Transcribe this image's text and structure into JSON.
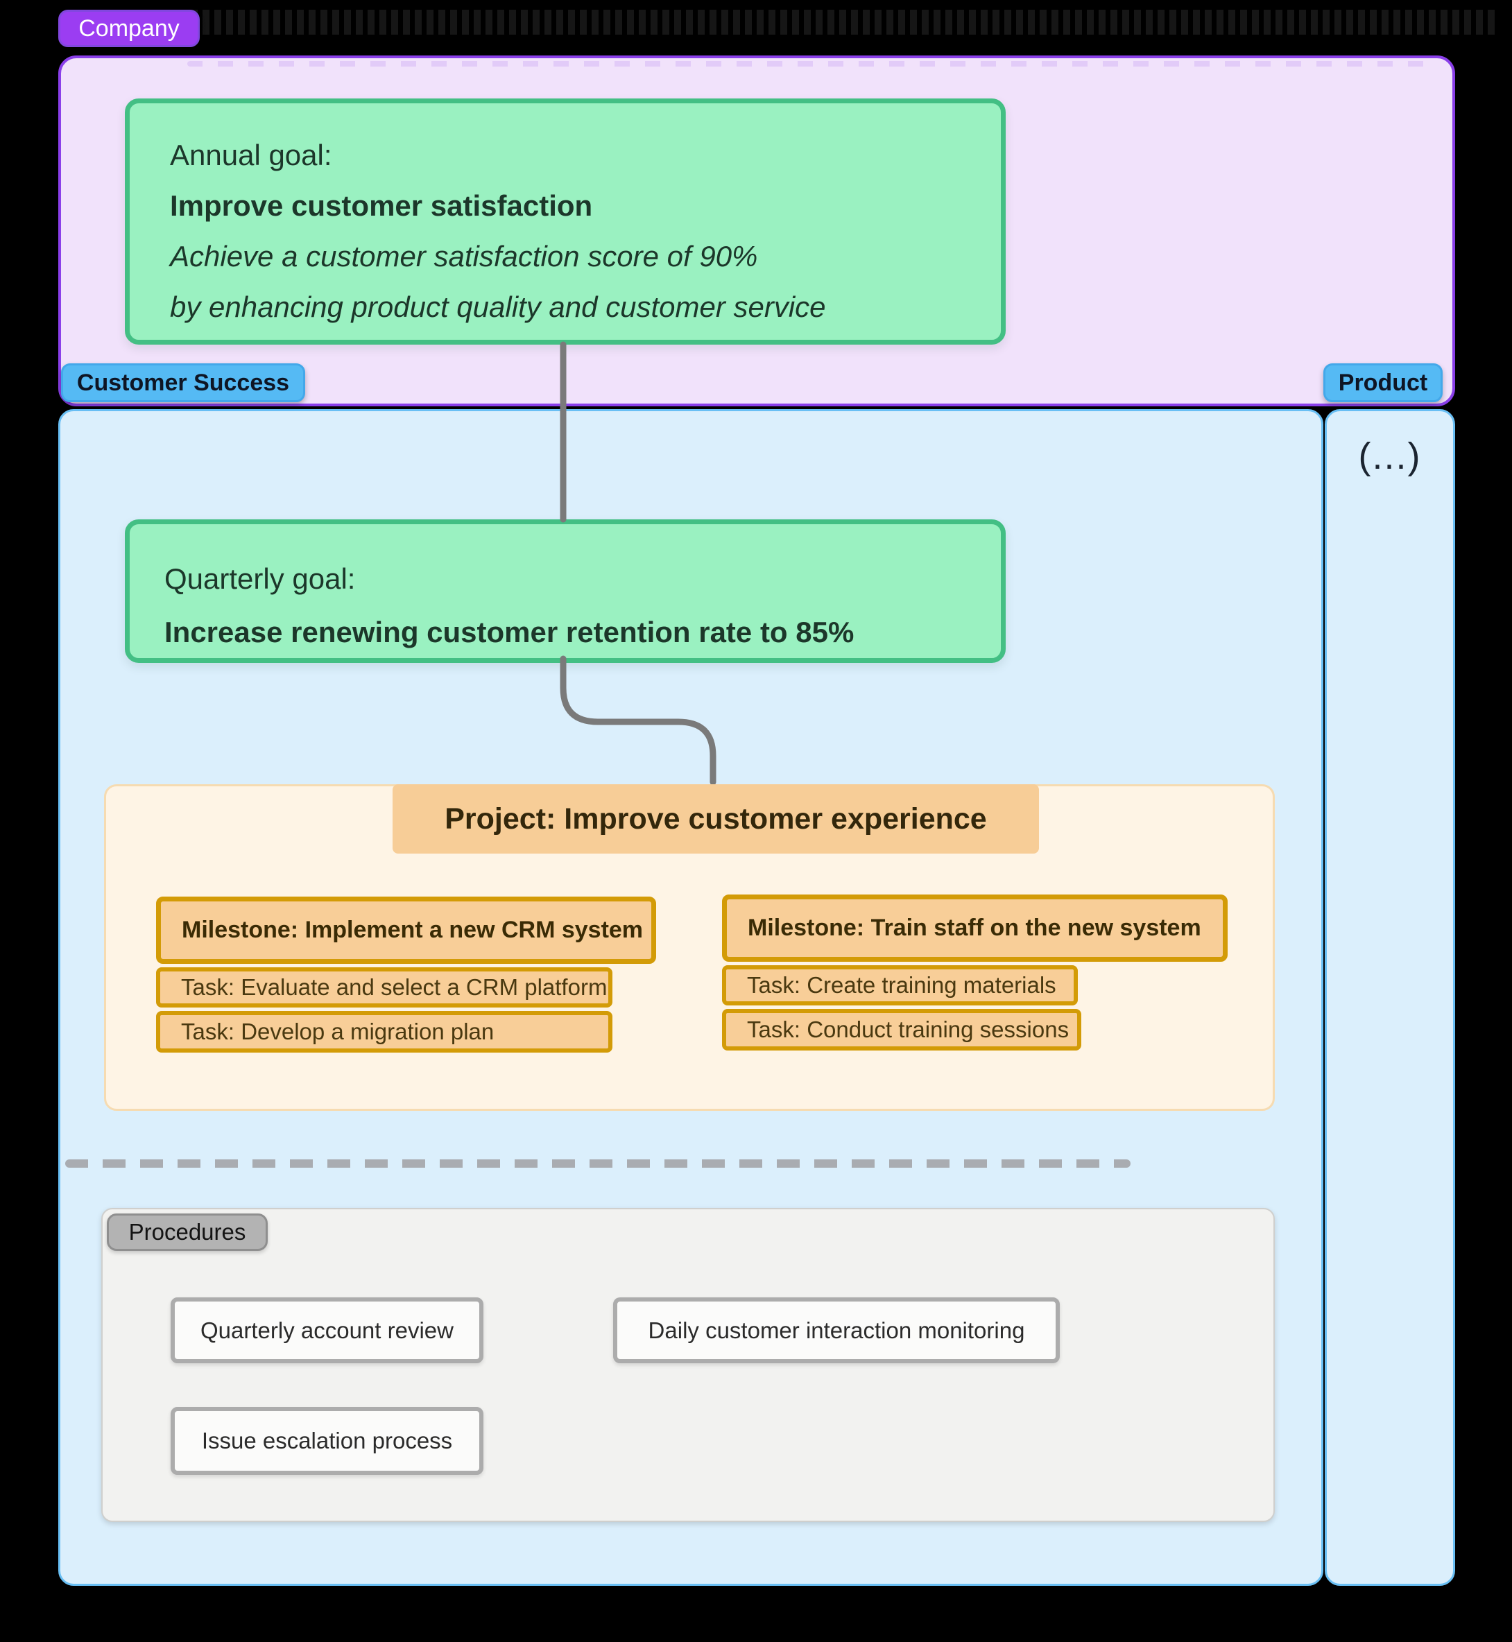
{
  "lanes": {
    "company_label": "Company",
    "customer_success_label": "Customer Success",
    "product_label": "Product",
    "product_collapsed_placeholder": "(...)"
  },
  "annual_goal": {
    "label": "Annual goal:",
    "title": "Improve customer satisfaction",
    "description_line1": "Achieve a customer satisfaction score of 90%",
    "description_line2": "by enhancing product quality and customer service"
  },
  "quarterly_goal": {
    "label": "Quarterly goal:",
    "title": "Increase renewing customer retention rate to 85%"
  },
  "project": {
    "title": "Project: Improve customer experience",
    "milestones": [
      {
        "label": "Milestone: Implement a new CRM system",
        "tasks": [
          "Task: Evaluate and select a CRM platform",
          "Task: Develop a migration plan"
        ]
      },
      {
        "label": "Milestone: Train staff on the new system",
        "tasks": [
          "Task: Create training materials",
          "Task: Conduct training sessions"
        ]
      }
    ]
  },
  "procedures": {
    "label": "Procedures",
    "items": [
      "Quarterly account review",
      "Daily customer interaction monitoring",
      "Issue escalation process"
    ]
  },
  "colors": {
    "background": "#000000",
    "company_badge": "#9B3DF2",
    "company_lane_fill": "#F1E2FB",
    "company_lane_border": "#8A3FE9",
    "goal_fill": "#9AF1C1",
    "goal_border": "#43BF84",
    "team_badge_blue": "#55BAF4",
    "team_lane_fill": "#DBEFFC",
    "team_lane_border": "#69BFF4",
    "project_panel_fill": "#FEF4E5",
    "project_accent": "#F7CD97",
    "milestone_fill": "#F8CE98",
    "milestone_border": "#D39B07",
    "connector": "#7A7A7A",
    "divider_dash": "#A9ACB1",
    "procedures_fill": "#F2F2F0",
    "procedure_box_border": "#ACACAC"
  }
}
